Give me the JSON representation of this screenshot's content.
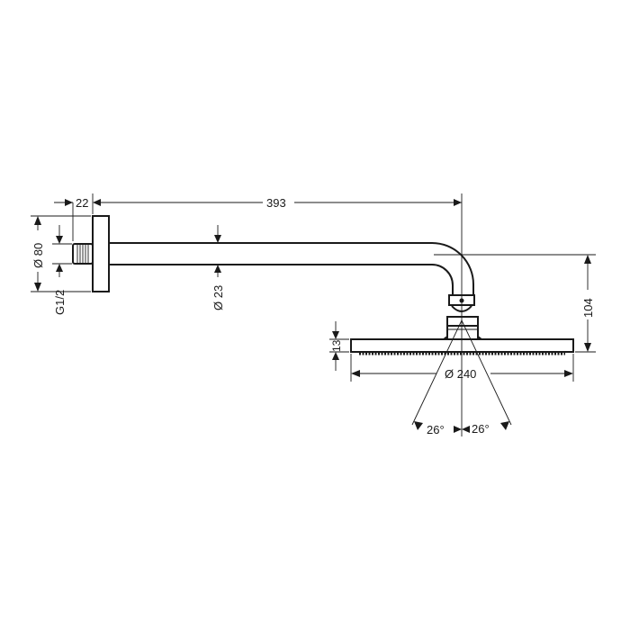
{
  "drawing": {
    "dimensions": {
      "flange_depth": "22",
      "arm_length": "393",
      "flange_diameter": "Ø 80",
      "thread": "G1/2",
      "arm_diameter": "Ø 23",
      "height": "104",
      "head_thickness": "13",
      "head_diameter": "Ø 240",
      "angle_left": "26°",
      "angle_right": "26°"
    },
    "line_color": "#1a1a1a"
  }
}
